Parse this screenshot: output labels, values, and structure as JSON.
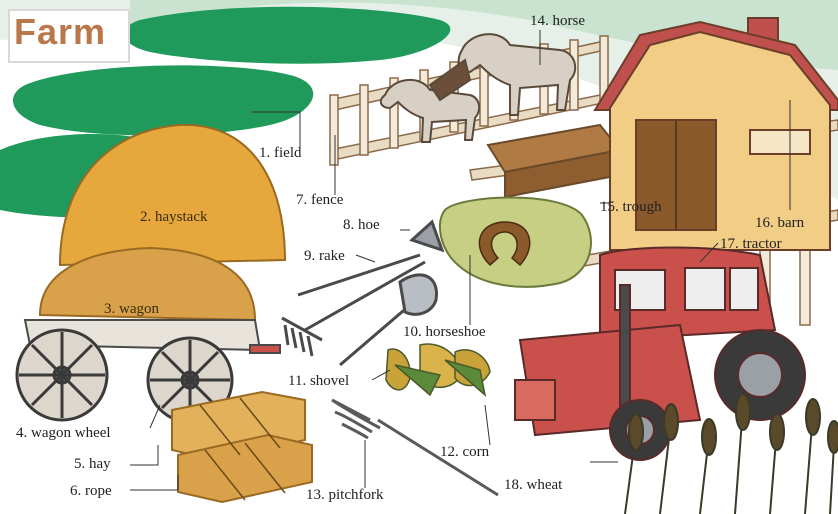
{
  "title": "Farm",
  "labels": {
    "field": "1. field",
    "haystack": "2. haystack",
    "wagon": "3. wagon",
    "wagon_wheel": "4. wagon wheel",
    "hay": "5. hay",
    "rope": "6. rope",
    "fence": "7. fence",
    "hoe": "8. hoe",
    "rake": "9. rake",
    "horseshoe": "10. horseshoe",
    "shovel": "11. shovel",
    "corn": "12. corn",
    "pitchfork": "13. pitchfork",
    "horse": "14. horse",
    "trough": "15. trough",
    "barn": "16. barn",
    "tractor": "17. tractor",
    "wheat": "18. wheat"
  },
  "colors": {
    "field_green": "#1f9a5a",
    "hay_yellow": "#e6a83c",
    "barn_red": "#c0504d",
    "tractor_red": "#c9504b",
    "title_brown": "#b9774a"
  }
}
